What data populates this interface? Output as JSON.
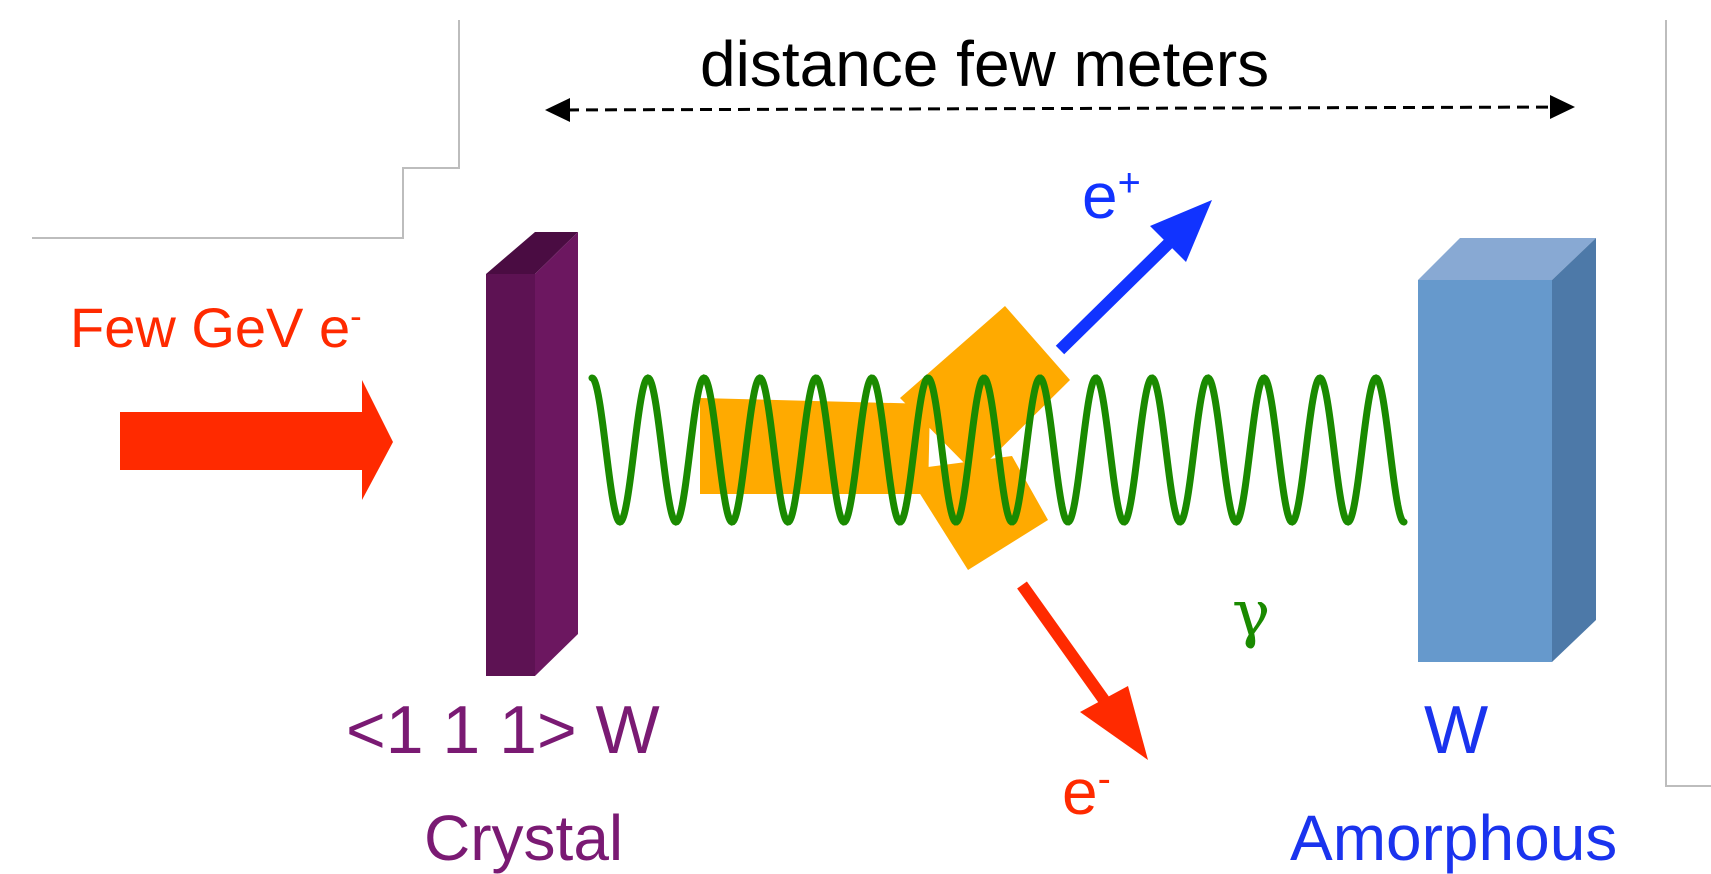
{
  "colors": {
    "beam": "#ff2a00",
    "crystal": "#5d1253",
    "crystal_side": "#6c1760",
    "crystal_top": "#4a0c42",
    "photon": "#1a8a00",
    "target_front": "#6699cc",
    "target_side": "#4d79a8",
    "target_top": "#88a9d3",
    "burst": "#ffaa00",
    "positron": "#1133ff",
    "electron_out": "#ff2a00",
    "crystal_text": "#7a1a73",
    "amorphous_text": "#1a33ee",
    "distance_text": "#000000"
  },
  "labels": {
    "distance": "distance few meters",
    "beam_prefix": "Few GeV e",
    "beam_sup": "-",
    "positron_base": "e",
    "positron_sup": "+",
    "electron_base": "e",
    "electron_sup": "-",
    "gamma": "γ",
    "crystal_orientation": "<1 1 1> W",
    "crystal_name": "Crystal",
    "amorphous_element": "W",
    "amorphous_name": "Amorphous"
  }
}
